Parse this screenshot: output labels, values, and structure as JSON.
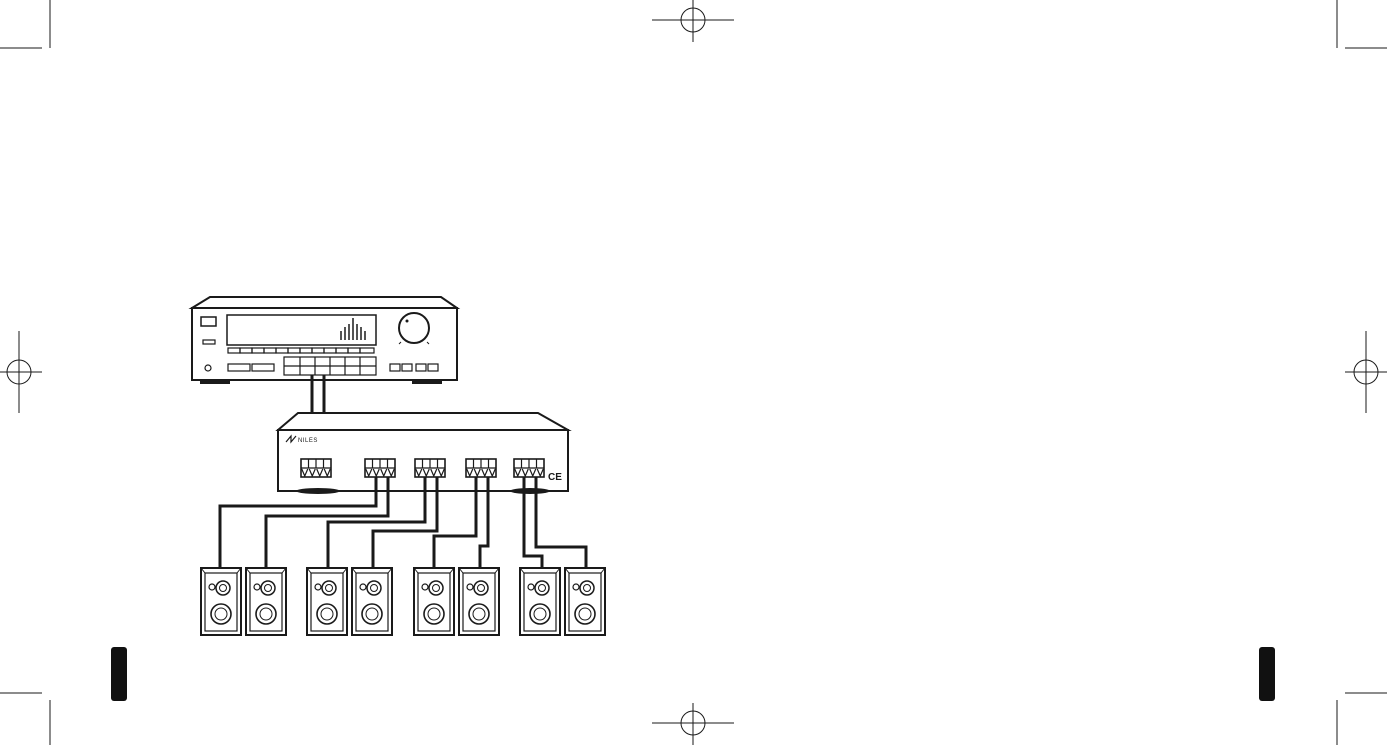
{
  "switcher": {
    "brand_label": "NILES",
    "ce_mark": "CE"
  },
  "speakers": {
    "pair_count": 4,
    "speakers_per_pair": 2
  },
  "receiver": {
    "outputs": 1
  },
  "colors": {
    "ink": "#1a1a1a",
    "paper": "#ffffff",
    "tab": "#111111"
  }
}
